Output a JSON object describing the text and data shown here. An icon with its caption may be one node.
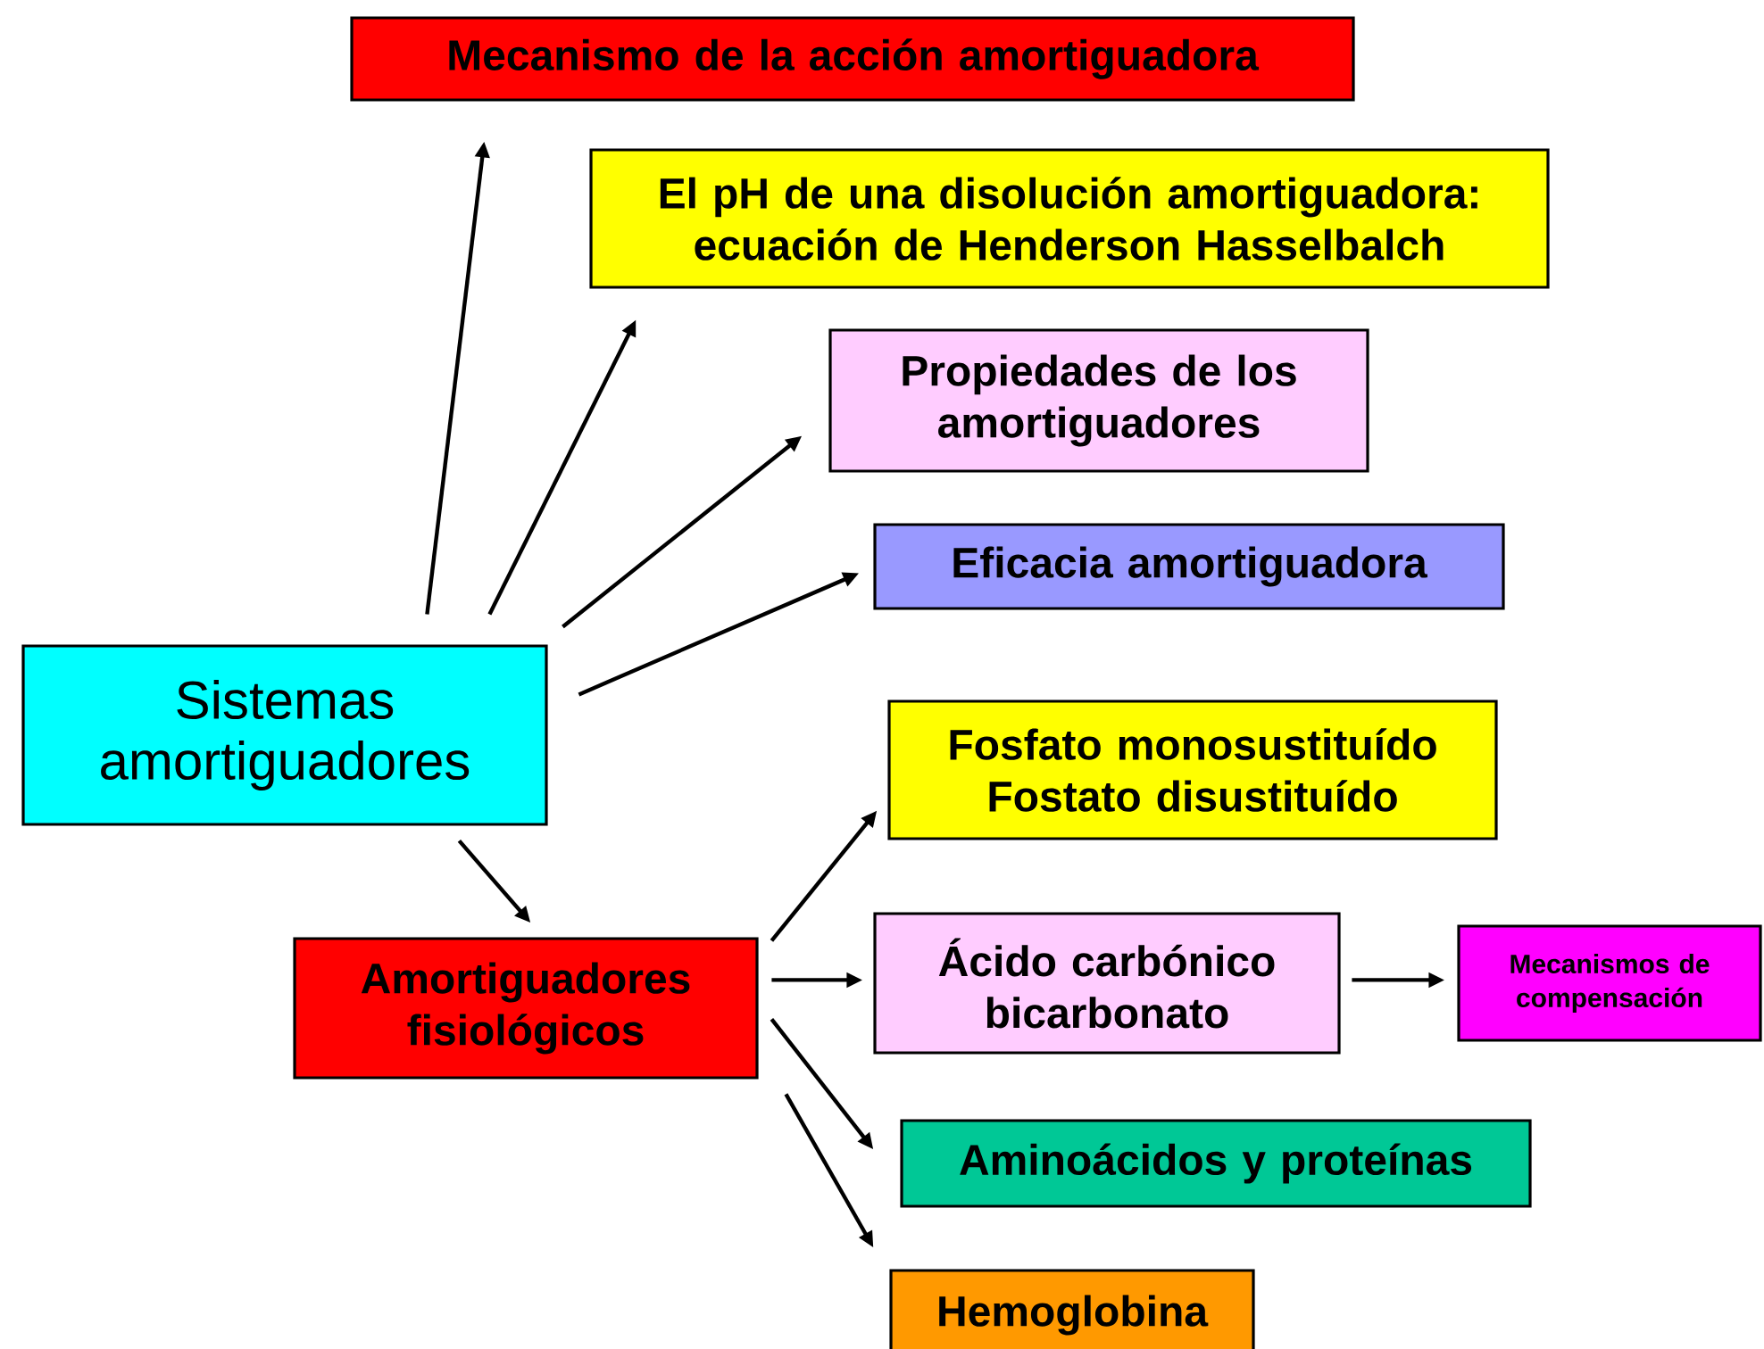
{
  "diagram": {
    "nodes": [
      {
        "text": [
          "Sistemas amortiguadores"
        ]
      },
      {
        "text": [
          "Mecanismo de la acción amortiguadora"
        ]
      },
      {
        "text": [
          "El pH de una disolución amortiguadora: ecuación de Henderson Hasselbalch"
        ]
      },
      {
        "text": [
          "Propiedades de los amortiguadores"
        ]
      },
      {
        "text": [
          "Eficacia amortiguadora"
        ]
      },
      {
        "text": [
          "Amortiguadores fisiológicos"
        ]
      },
      {
        "text": [
          "Fosfato monosustituído Fostato disustituído"
        ]
      },
      {
        "text": [
          "Ácido carbónico bicarbonato"
        ]
      },
      {
        "text": [
          "Mecanismos de compensación"
        ]
      },
      {
        "text": [
          "Aminoácidos y proteínas"
        ]
      },
      {
        "text": [
          "Hemoglobina"
        ]
      }
    ],
    "edges": [
      {
        "from": 0,
        "to": 1,
        "arrow": "to"
      },
      {
        "from": 0,
        "to": 2,
        "arrow": "to"
      },
      {
        "from": 0,
        "to": 3,
        "arrow": "to"
      },
      {
        "from": 0,
        "to": 4,
        "arrow": "to"
      },
      {
        "from": 0,
        "to": 5,
        "arrow": "to"
      },
      {
        "from": 5,
        "to": 6,
        "arrow": "to"
      },
      {
        "from": 5,
        "to": 7,
        "arrow": "to"
      },
      {
        "from": 5,
        "to": 9,
        "arrow": "to"
      },
      {
        "from": 5,
        "to": 10,
        "arrow": "to"
      },
      {
        "from": 7,
        "to": 8,
        "arrow": "to"
      }
    ]
  }
}
